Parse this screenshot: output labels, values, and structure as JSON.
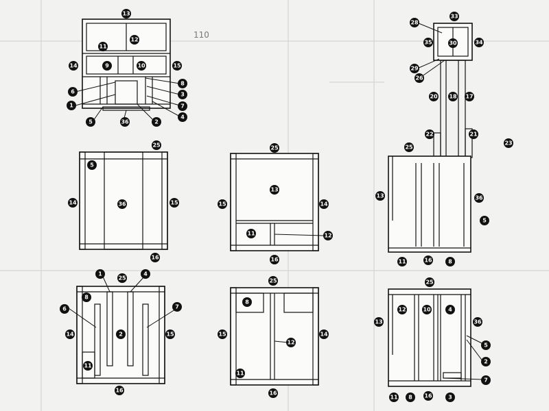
{
  "sketch_note": "110",
  "callouts": {
    "n1": "1",
    "n2": "2",
    "n3": "3",
    "n4": "4",
    "n5": "5",
    "n6": "6",
    "n7": "7",
    "n8": "8",
    "n9": "9",
    "n10": "10",
    "n11": "11",
    "n12": "12",
    "n13": "13",
    "n14": "14",
    "n15": "15",
    "n16": "16",
    "n17": "17",
    "n18": "18",
    "n20": "20",
    "n21": "21",
    "n22": "22",
    "n23": "23",
    "n25": "25",
    "n26": "26",
    "n28": "28",
    "n29": "29",
    "n30": "30",
    "n33": "33",
    "n34": "34",
    "n35": "35",
    "n36": "36"
  }
}
